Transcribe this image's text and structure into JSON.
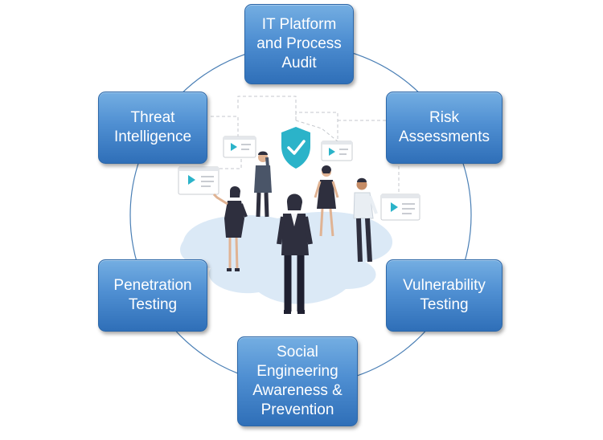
{
  "diagram": {
    "nodes": [
      {
        "id": "top",
        "label": "IT Platform\nand Process\nAudit"
      },
      {
        "id": "upper-right",
        "label": "Risk\nAssessments"
      },
      {
        "id": "lower-right",
        "label": "Vulnerability\nTesting"
      },
      {
        "id": "bottom",
        "label": "Social\nEngineering\nAwareness &\nPrevention"
      },
      {
        "id": "lower-left",
        "label": "Penetration\nTesting"
      },
      {
        "id": "upper-left",
        "label": "Threat\nIntelligence"
      }
    ],
    "connector": "ring",
    "colors": {
      "node_fill": "#4f8fd2",
      "node_border": "#2c67a8",
      "ring_stroke": "#4a7fb5",
      "accent_teal": "#2bb3c9",
      "puddle": "#dbe9f6",
      "figure_dark": "#2e2f3e",
      "skin": "#e0b393"
    },
    "center_icon": "shield-check-icon"
  }
}
